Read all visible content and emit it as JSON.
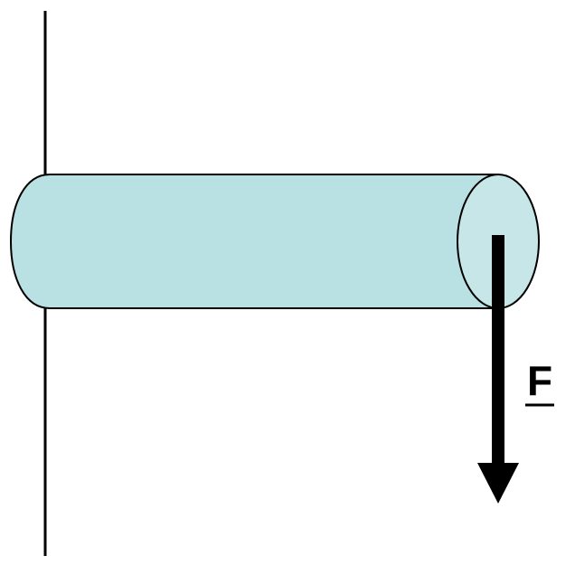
{
  "diagram": {
    "force_label": "F",
    "colors": {
      "cylinder_body": "#b9e0e2",
      "cylinder_end": "#c6e6e8",
      "outline": "#000000",
      "background": "#ffffff"
    },
    "elements": [
      "wall",
      "cantilever-cylinder",
      "force-arrow"
    ]
  }
}
